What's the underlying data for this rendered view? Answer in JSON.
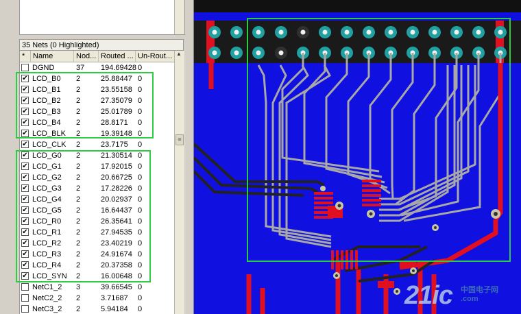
{
  "panel": {
    "title": "35 Nets (0 Highlighted)",
    "columns": [
      "*",
      "Name",
      "Nod...",
      "Routed ...",
      "Un-Rout..."
    ],
    "sort_indicator": "/"
  },
  "rows": [
    {
      "name": "DGND",
      "nodes": "37",
      "routed": "194.69428",
      "unrouted": "0",
      "checked": false
    },
    {
      "name": "LCD_B0",
      "nodes": "2",
      "routed": "25.88447",
      "unrouted": "0",
      "checked": true
    },
    {
      "name": "LCD_B1",
      "nodes": "2",
      "routed": "23.55158",
      "unrouted": "0",
      "checked": true
    },
    {
      "name": "LCD_B2",
      "nodes": "2",
      "routed": "27.35079",
      "unrouted": "0",
      "checked": true
    },
    {
      "name": "LCD_B3",
      "nodes": "2",
      "routed": "25.01789",
      "unrouted": "0",
      "checked": true
    },
    {
      "name": "LCD_B4",
      "nodes": "2",
      "routed": "28.8171",
      "unrouted": "0",
      "checked": true
    },
    {
      "name": "LCD_BLK",
      "nodes": "2",
      "routed": "19.39148",
      "unrouted": "0",
      "checked": true
    },
    {
      "name": "LCD_CLK",
      "nodes": "2",
      "routed": "23.7175",
      "unrouted": "0",
      "checked": true
    },
    {
      "name": "LCD_G0",
      "nodes": "2",
      "routed": "21.30514",
      "unrouted": "0",
      "checked": true
    },
    {
      "name": "LCD_G1",
      "nodes": "2",
      "routed": "17.92015",
      "unrouted": "0",
      "checked": true
    },
    {
      "name": "LCD_G2",
      "nodes": "2",
      "routed": "20.66725",
      "unrouted": "0",
      "checked": true
    },
    {
      "name": "LCD_G3",
      "nodes": "2",
      "routed": "17.28226",
      "unrouted": "0",
      "checked": true
    },
    {
      "name": "LCD_G4",
      "nodes": "2",
      "routed": "20.02937",
      "unrouted": "0",
      "checked": true
    },
    {
      "name": "LCD_G5",
      "nodes": "2",
      "routed": "16.64437",
      "unrouted": "0",
      "checked": true
    },
    {
      "name": "LCD_R0",
      "nodes": "2",
      "routed": "26.35641",
      "unrouted": "0",
      "checked": true
    },
    {
      "name": "LCD_R1",
      "nodes": "2",
      "routed": "27.94535",
      "unrouted": "0",
      "checked": true
    },
    {
      "name": "LCD_R2",
      "nodes": "2",
      "routed": "23.40219",
      "unrouted": "0",
      "checked": true
    },
    {
      "name": "LCD_R3",
      "nodes": "2",
      "routed": "24.91674",
      "unrouted": "0",
      "checked": true
    },
    {
      "name": "LCD_R4",
      "nodes": "2",
      "routed": "20.37358",
      "unrouted": "0",
      "checked": true
    },
    {
      "name": "LCD_SYN",
      "nodes": "2",
      "routed": "16.00648",
      "unrouted": "0",
      "checked": true
    },
    {
      "name": "NetC1_2",
      "nodes": "3",
      "routed": "39.66545",
      "unrouted": "0",
      "checked": false
    },
    {
      "name": "NetC2_2",
      "nodes": "2",
      "routed": "3.71687",
      "unrouted": "0",
      "checked": false
    },
    {
      "name": "NetC3_2",
      "nodes": "2",
      "routed": "5.94184",
      "unrouted": "0",
      "checked": false
    }
  ],
  "colors": {
    "highlight_box": "#2ecc40",
    "pcb_copper_pour": "#1010e0",
    "top_layer_trace": "#e01020",
    "net_trace_highlighted": "#a8a8a8",
    "pad": "#20a0a0",
    "pad_dark": "#303030"
  },
  "watermark": {
    "logo": "21ic",
    "text": "中国电子网",
    "domain": ".com"
  }
}
